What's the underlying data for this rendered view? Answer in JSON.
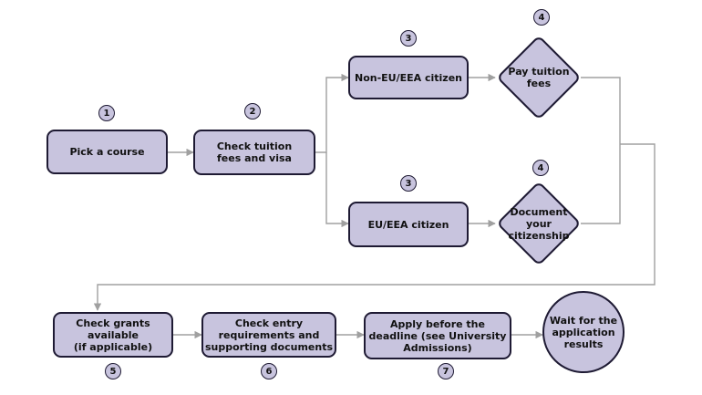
{
  "steps": {
    "pick_course": "Pick a course",
    "check_tuition": "Check tuition\nfees and visa",
    "non_eu": "Non-EU/EEA citizen",
    "eu": "EU/EEA citizen",
    "pay_fees": "Pay tuition\nfees",
    "document_citizenship": "Document\nyour\ncitizenship",
    "check_grants": "Check grants\navailable\n(if applicable)",
    "check_entry": "Check entry\nrequirements and\nsupporting documents",
    "apply_deadline": "Apply before the\ndeadline (see University\nAdmissions)",
    "wait_results": "Wait for the\napplication\nresults"
  },
  "badges": {
    "pick_course": "1",
    "check_tuition": "2",
    "non_eu": "3",
    "eu": "3",
    "pay_fees": "4",
    "document_citizenship": "4",
    "check_grants": "5",
    "check_entry": "6",
    "apply_deadline": "7"
  },
  "colors": {
    "node_fill": "#c8c4de",
    "node_stroke": "#1e1a33",
    "connector": "#a0a0a0"
  }
}
